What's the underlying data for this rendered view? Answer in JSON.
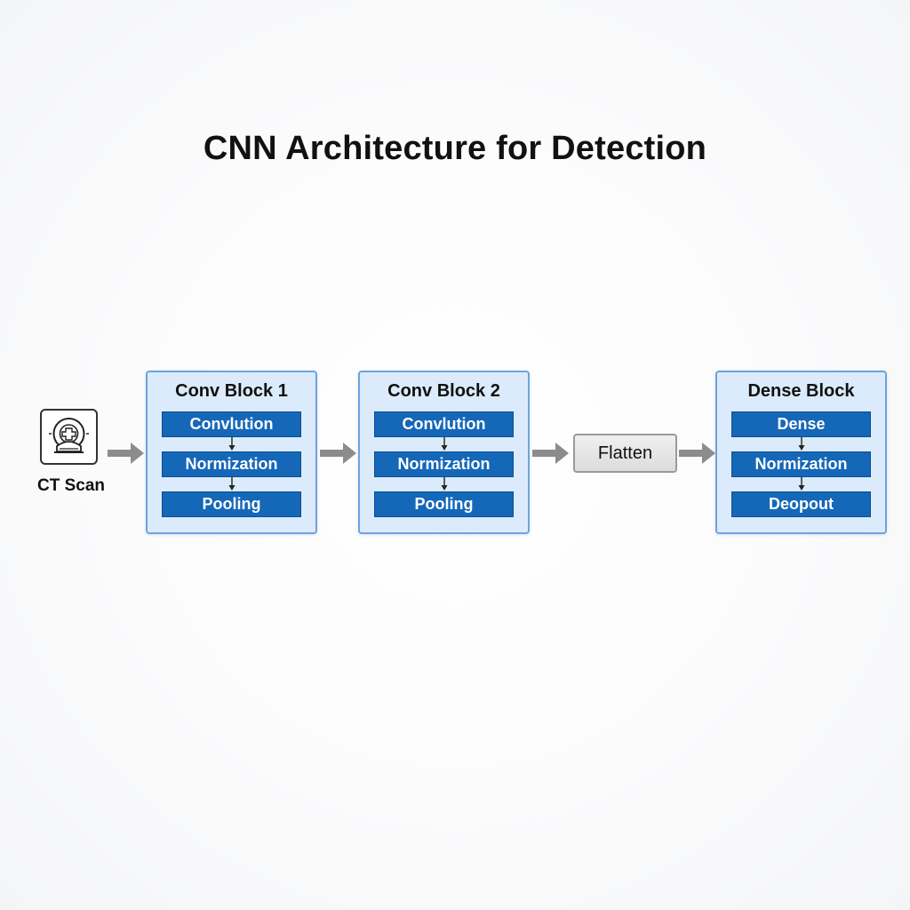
{
  "title": "CNN Architecture for Detection",
  "input": {
    "label": "CT Scan",
    "icon": "ct-scanner-icon"
  },
  "blocks": [
    {
      "title": "Conv Block 1",
      "layers": [
        "Convlution",
        "Normization",
        "Pooling"
      ]
    },
    {
      "title": "Conv Block 2",
      "layers": [
        "Convlution",
        "Normization",
        "Pooling"
      ]
    },
    {
      "title": "Dense Block",
      "layers": [
        "Dense",
        "Normization",
        "Deopout"
      ]
    }
  ],
  "flatten": {
    "label": "Flatten"
  },
  "colors": {
    "block_fill": "#dcebfb",
    "block_border": "#6aa5e0",
    "layer_fill": "#1567b8",
    "arrow": "#8c8c8c",
    "flatten_fill": "#e6e6e6"
  }
}
